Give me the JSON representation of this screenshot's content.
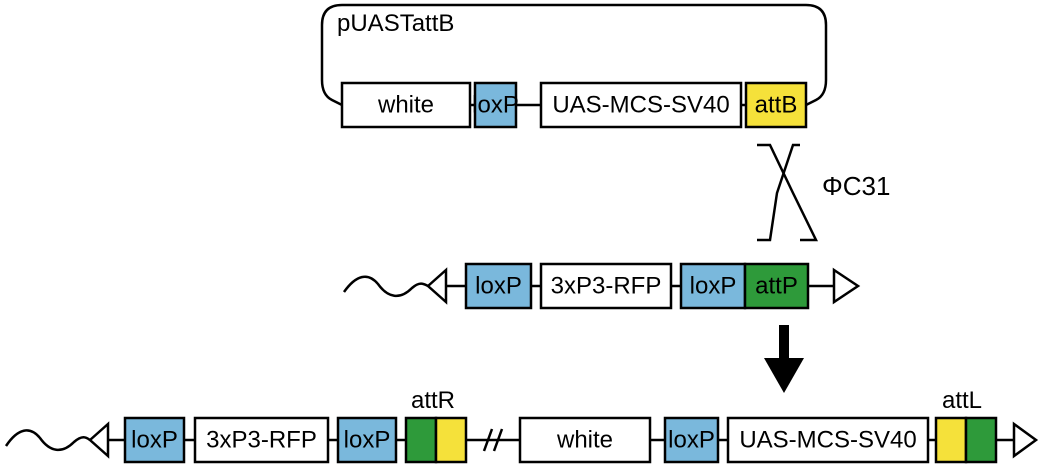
{
  "colors": {
    "loxp": "#7ab8dc",
    "attb": "#f5e13a",
    "attp": "#2e9a3a",
    "white_box": "#ffffff",
    "line": "#000000"
  },
  "plasmid": {
    "name": "pUASTattB",
    "elements": [
      "white",
      "loxP",
      "UAS-MCS-SV40",
      "attB"
    ]
  },
  "recombinase": {
    "label": "ΦC31"
  },
  "landing_site": {
    "elements": [
      "loxP",
      "3xP3-RFP",
      "loxP",
      "attP"
    ]
  },
  "result": {
    "attR_label": "attR",
    "attL_label": "attL",
    "elements": [
      "loxP",
      "3xP3-RFP",
      "loxP",
      "white",
      "loxP",
      "UAS-MCS-SV40"
    ]
  }
}
